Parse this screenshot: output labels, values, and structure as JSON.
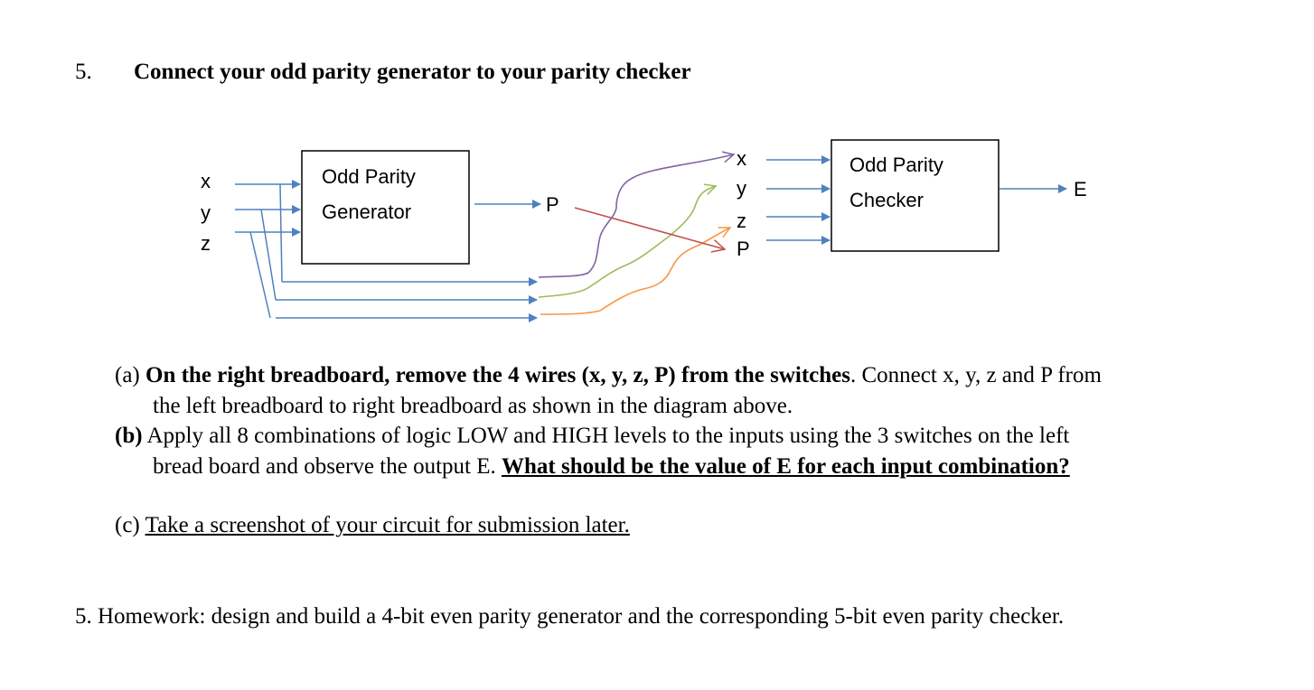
{
  "section": {
    "number": "5.",
    "title": "Connect your odd parity generator to your parity checker"
  },
  "diagram": {
    "generator": {
      "line1": "Odd Parity",
      "line2": "Generator"
    },
    "checker": {
      "line1": "Odd Parity",
      "line2": "Checker"
    },
    "inputs": [
      "x",
      "y",
      "z"
    ],
    "p_label": "P",
    "checker_inputs": [
      "x",
      "y",
      "z",
      "P"
    ],
    "output_label": "E",
    "colors": {
      "wire": "#4f81bd",
      "x_wire": "#8064a2",
      "y_wire": "#9bbb59",
      "z_wire": "#f79646",
      "p_wire": "#c0504d"
    }
  },
  "items": {
    "a": {
      "label": "(a)",
      "bold": "On the right breadboard, remove the 4 wires (x, y, z, P) from the switches",
      "rest": ". Connect x, y, z and P from",
      "line2": "the left breadboard to right breadboard as shown in the diagram above."
    },
    "b": {
      "label": "(b)",
      "line1": "Apply all 8 combinations of logic LOW and HIGH levels to the inputs using the 3 switches on the left",
      "line2_plain": "bread board and observe the output E. ",
      "line2_bold": "What should be the value of E for each input combination?"
    },
    "c": {
      "label": "(c)",
      "text": "Take a screenshot of your circuit for submission later."
    }
  },
  "homework": "5. Homework: design and build a 4-bit even parity generator and the corresponding 5-bit even parity checker."
}
